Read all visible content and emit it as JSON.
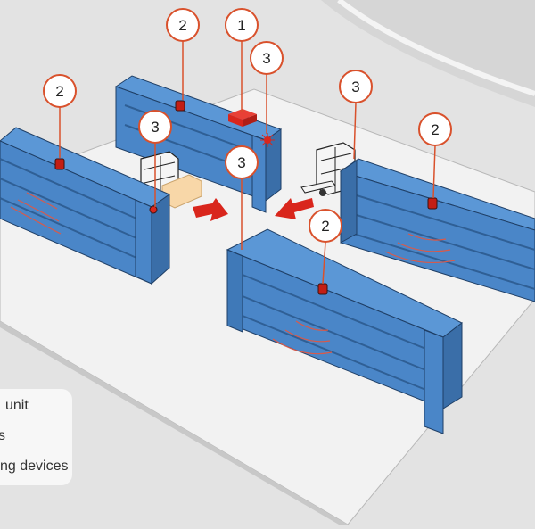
{
  "colors": {
    "background": "#e3e3e3",
    "floor": "#f2f2f2",
    "shelf_front": "#4a86c8",
    "shelf_top": "#5b97d6",
    "shelf_dark": "#2f5f95",
    "accent_red": "#d9261c",
    "callout_stroke": "#d9512c",
    "legend_bg": "#f7f7f7"
  },
  "callouts": [
    {
      "label": "2"
    },
    {
      "label": "1"
    },
    {
      "label": "3"
    },
    {
      "label": "2"
    },
    {
      "label": "3"
    },
    {
      "label": "3"
    },
    {
      "label": "3"
    },
    {
      "label": "2"
    },
    {
      "label": "2"
    }
  ],
  "legend": {
    "items": [
      {
        "text": "unit"
      },
      {
        "text": "s"
      },
      {
        "text": "ng devices"
      }
    ]
  }
}
